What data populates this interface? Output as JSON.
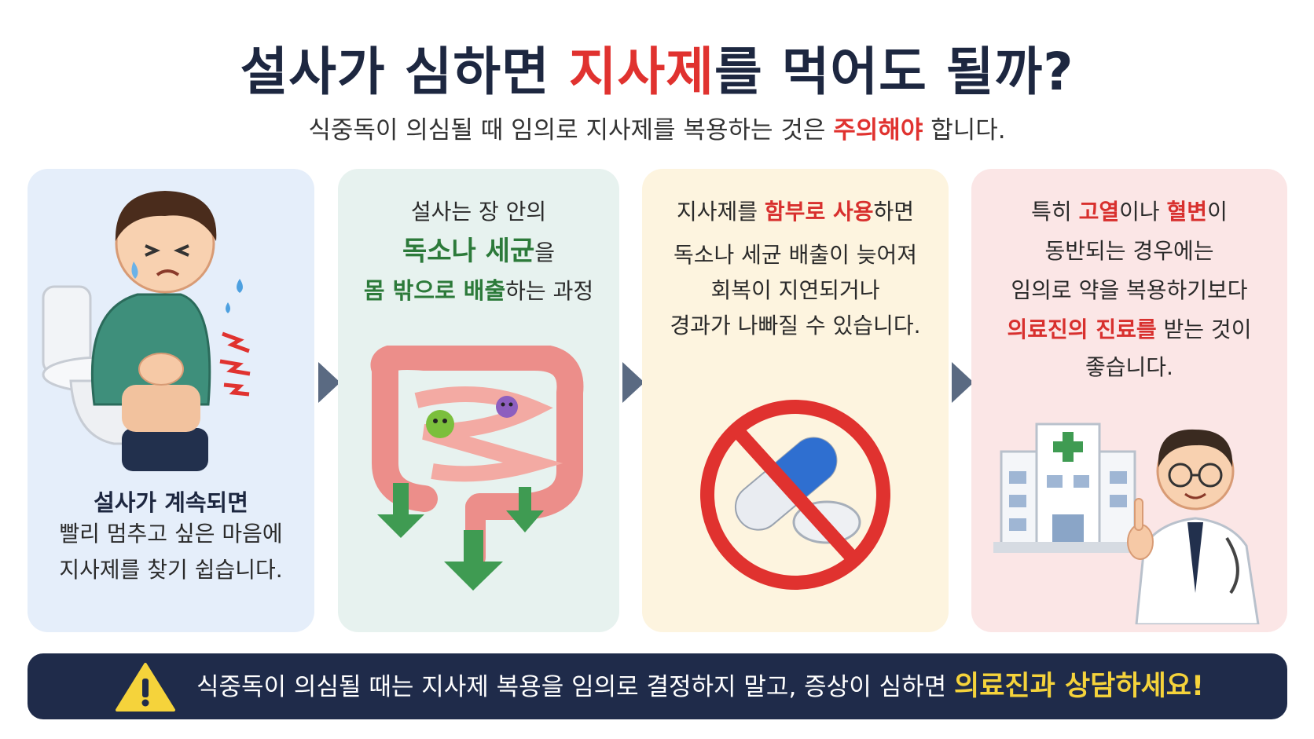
{
  "title": {
    "part1": "설사가 심하면 ",
    "highlight": "지사제",
    "part2": "를 먹어도 될까?"
  },
  "subtitle": {
    "part1": "식중독이 의심될 때 임의로 지사제를 복용하는 것은 ",
    "highlight": "주의해야",
    "part2": " 합니다."
  },
  "cards": [
    {
      "heading": "설사가 계속되면",
      "line1": "빨리 멈추고 싶은 마음에",
      "line2": "지사제를 찾기 쉽습니다."
    },
    {
      "line1": "설사는 장 안의",
      "green1": "독소나 세균",
      "line2_suffix": "을",
      "green2a": "몸 밖으로 배출",
      "line3_suffix": "하는 과정"
    },
    {
      "line1_prefix": "지사제를 ",
      "red1": "함부로 사용",
      "line1_suffix": "하면",
      "line2": "독소나 세균 배출이 늦어져",
      "line3": "회복이 지연되거나",
      "line4": "경과가 나빠질 수 있습니다."
    },
    {
      "line1_prefix": "특히 ",
      "red1": "고열",
      "line1_mid": "이나 ",
      "red2": "혈변",
      "line1_suffix": "이",
      "line2": "동반되는 경우에는",
      "line3": "임의로 약을 복용하기보다",
      "red3": "의료진의 진료를",
      "line4_suffix": " 받는 것이",
      "line5": "좋습니다."
    }
  ],
  "banner": {
    "text": "식중독이 의심될 때는 지사제 복용을 임의로 결정하지 말고, 증상이 심하면 ",
    "highlight": "의료진과 상담하세요!"
  },
  "colors": {
    "accent_red": "#e0322f",
    "navy": "#1f2b4a",
    "green": "#2c7a3a",
    "yellow": "#f5d33b"
  }
}
